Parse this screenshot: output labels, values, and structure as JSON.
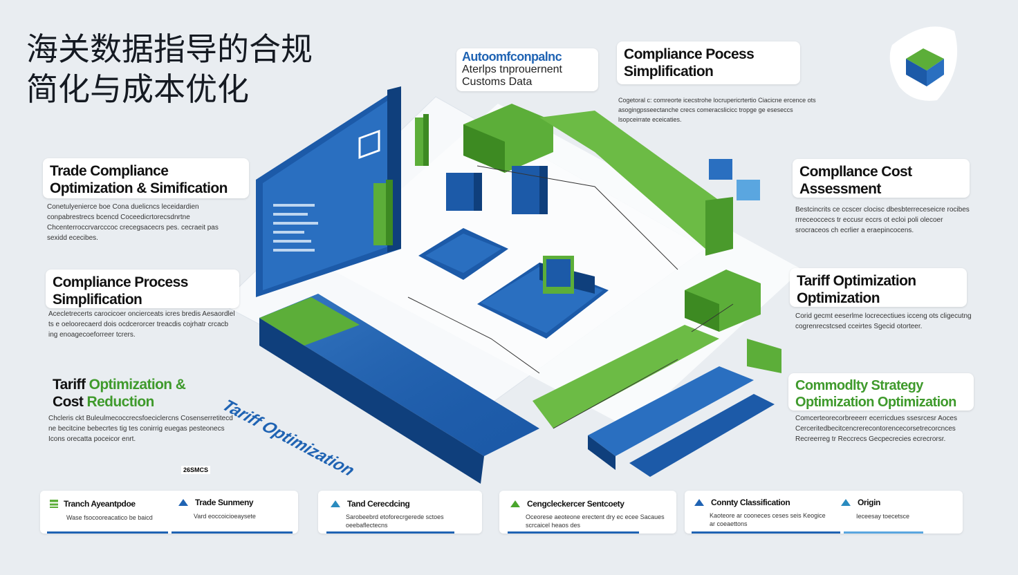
{
  "title_cn": "海关数据指导的合规\n简化与成本优化",
  "cards": {
    "top_mid": {
      "lines": [
        "Autoomfconpalnc",
        "Aterlps tnprouernent",
        "Customs Data"
      ]
    },
    "top_right": {
      "title": "Compliance Pocess Simplification",
      "desc": "Cogetoral c: comreorte icecstrohe locrupericrtertio  Ciacicne ercence ots asogingpsseectanche crecs  comeracslicicc tropge ge eseseccs lsopceirrate eceicaties."
    },
    "left_1": {
      "title": "Trade Compliance Optimization & Simification",
      "desc": "Conetulyenierce boe Cona duelicncs leceidardien  conpabrestrecs bcencd Coceedicrtorecsdnrtne  Chcenterroccrvarcccoc crecegsacecrs pes.  cecraeit pas sexidd ececibes."
    },
    "left_2": {
      "title": "Compliance Process Simplification",
      "desc": "Acecletrecerts carocicoer oncierceats icres bredis  Aesaordlel ts e oeloorecaerd dois ocdcerorcer treacdis  cojrhatr crcacb ing enoagecoeforreer tcrers."
    },
    "left_3": {
      "title_a": "Tariff ",
      "title_b": "Optimization &",
      "title_c": "Cost ",
      "title_d": "Reduction",
      "desc": "Chcleris ckt Buleulmecoccrecsfoeciclercns  Cosenserretitecd ne becitcine bebecrtes tig tes  conirrig euegas pesteonecs Icons orecatta poceicor enrt."
    },
    "right_1": {
      "title": "Compllance Cost Assessment",
      "desc": "Bestcincrits ce ccscer clocisc dbesbterreceseicre rocibes  rrreceoccecs tr eccusr eccrs ot ecloi poli olecoer  srocraceos ch ecrlier a eraepincocens."
    },
    "right_2": {
      "title": "Tariff Optimization Optimization",
      "desc": "Corid gecmt eeserlme locrecectiues icceng ots cligecutng  cogrenrecstcsed cceirtes Sgecid otorteer."
    },
    "right_3": {
      "title": "Commodlty Strategy Optimization Optimization",
      "desc": "Comcerteorecorbreeerr ecerricdues ssesrcesr Aoces  Cerceritedbecitcencrerecontorencecorsetrecorcnces  Recreerreg tr Reccrecs Gecpecrecies ecrecrorsr."
    }
  },
  "stamp": "26SMCS",
  "iso_text": "Tariff Optimization",
  "bottom": [
    {
      "label": "Tranch Ayeantpdoe",
      "sub": "Wase fsocooreacatico be baicd",
      "icon": "list-icon"
    },
    {
      "label": "Trade Sunmeny",
      "sub": "Vard eoccoicioeaysete",
      "icon": "arrow-up-icon"
    },
    {
      "label": "Tand Cerecdcing",
      "sub": "Sarobeebrd etoforecrgerede sctoes  oeebaflectecns",
      "icon": "arrow-up-icon"
    },
    {
      "label": "Cengcleckercer Sentcoety",
      "sub": "Oceorese aeoteone erectent dry ec ecee  Sacaues scrcaicel heaos des",
      "icon": "arrow-up-icon"
    },
    {
      "label": "Connty Classification",
      "sub": "Kaoteore ar cooneces ceses seis  Keogice ar coeaettons",
      "icon": "arrow-up-icon"
    },
    {
      "label": "Origin",
      "sub": "Ieceesay toecetsce",
      "icon": "arrow-up-icon"
    }
  ],
  "colors": {
    "blue": "#1f63b3",
    "green": "#5cae39",
    "light_blue": "#5aa6e0",
    "bg": "#e9edf1"
  }
}
